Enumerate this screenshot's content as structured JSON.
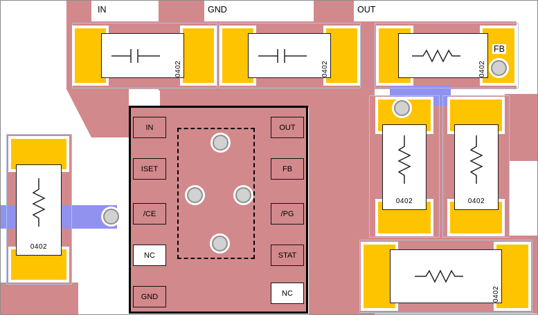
{
  "colors": {
    "board_bg": "#ffffff",
    "copper": "#d2898c",
    "pad": "#ffc400",
    "trace": "#9191f0",
    "via": "#d2d2d2",
    "courtyard": "#a9c7e8"
  },
  "nets": {
    "in_label": "IN",
    "gnd_label": "GND",
    "out_label": "OUT",
    "fb_label": "FB"
  },
  "ic": {
    "left_pins": [
      {
        "label": "IN"
      },
      {
        "label": "ISET"
      },
      {
        "label": "/CE"
      },
      {
        "label": "NC"
      },
      {
        "label": "GND"
      }
    ],
    "right_pins": [
      {
        "label": "OUT"
      },
      {
        "label": "FB"
      },
      {
        "label": "/PG"
      },
      {
        "label": "STAT"
      },
      {
        "label": "NC"
      }
    ]
  },
  "components": {
    "cap_in": {
      "value": "0402",
      "symbol": "capacitor-icon"
    },
    "cap_gnd": {
      "value": "0402",
      "symbol": "capacitor-icon"
    },
    "res_out": {
      "value": "0402",
      "symbol": "resistor-icon"
    },
    "res_left": {
      "value": "0402",
      "symbol": "resistor-icon"
    },
    "res_right_a": {
      "value": "0402",
      "symbol": "resistor-icon"
    },
    "res_right_b": {
      "value": "0402",
      "symbol": "resistor-icon"
    },
    "res_bottom": {
      "value": "0402",
      "symbol": "resistor-icon"
    }
  }
}
